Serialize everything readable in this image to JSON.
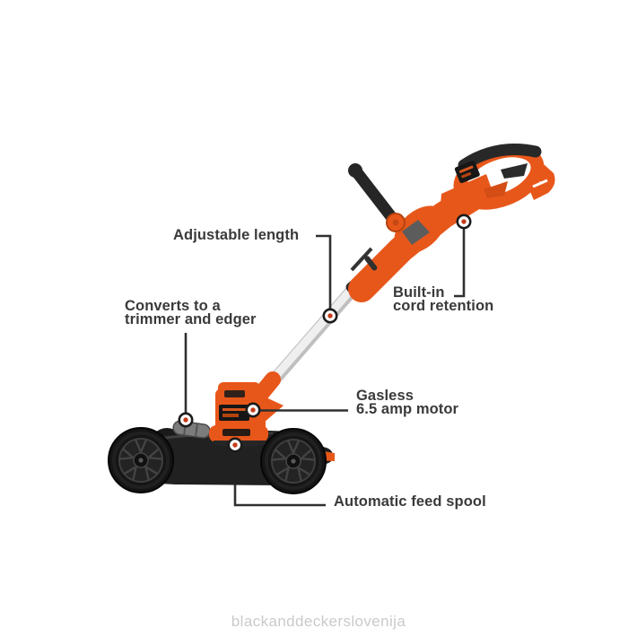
{
  "diagram": {
    "watermark": "blackanddeckerslovenija",
    "callouts": [
      {
        "id": "adjustable-length",
        "lines": [
          "Adjustable length",
          ""
        ]
      },
      {
        "id": "converts-trimmer-edger",
        "lines": [
          "Converts to a",
          "trimmer and edger"
        ]
      },
      {
        "id": "built-in-cord-retention",
        "lines": [
          "Built-in",
          "cord retention"
        ]
      },
      {
        "id": "gasless-motor",
        "lines": [
          "Gasless",
          "6.5 amp motor"
        ]
      },
      {
        "id": "automatic-feed-spool",
        "lines": [
          "Automatic feed spool",
          ""
        ]
      }
    ],
    "colors": {
      "brand_orange": "#E8571A",
      "callout_text": "#3A3A3A",
      "leader_line": "#303030",
      "marker_ring": "#1C1C1C",
      "marker_dot": "#C63B17",
      "watermark_gray": "#CACACA",
      "background": "#FFFFFF"
    }
  }
}
